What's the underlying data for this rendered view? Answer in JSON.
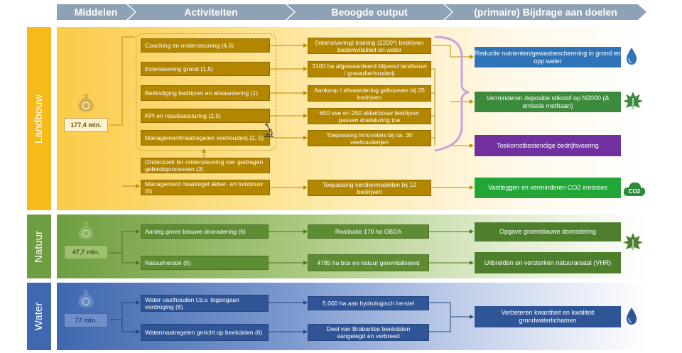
{
  "headers": [
    "Middelen",
    "Activiteiten",
    "Beoogde output",
    "(primaire) Bijdrage aan doelen"
  ],
  "sections": {
    "landbouw": {
      "label": "Landbouw",
      "budget": "177,4 mln.",
      "activities": [
        "Coaching en ondersteuning (4,6)",
        "Extensivering grond (1,5)",
        "Beëindiging bedrijven en afwaardering (1)",
        "KPI en resultaatsturing (2,5)",
        "Managementmaatregelen veehouderij (2, 5)",
        "Onderzoek ter ondersteuning van gedragen gebiedsprocessen (3)",
        "Management maatregel akker- en tuinbouw (5)"
      ],
      "outputs": [
        "(Intensivering) training (2200*) bedrijven bodemvitaliteit en water",
        "3100 ha afgewaardeerd blijvend landbouw / graasdierhouderij",
        "Aankoop / afwaardering gebouwen bij 25 bedrijven",
        "650 vee en 250 akkerbouw bedrijven passen doelsturing toe",
        "Toepassing innovaties bij ca. 30 veehouderijen",
        "Toepassing verdienmodellen bij 12 bedrijven"
      ],
      "goals": [
        "Reductie nutrienten/gewasbescherming in grond en opp.water",
        "Verminderen depositie stikstof op N2000 (& emissie methaan)",
        "Toekomstbestendige bedrijfsvoering",
        "Vastleggen en verminderen CO2 emissies"
      ],
      "co2_label": "CO2"
    },
    "natuur": {
      "label": "Natuur",
      "budget": "47,7 mln.",
      "activities": [
        "Aanleg groen blauwe dooradering (6)",
        "Natuurherstel (6)"
      ],
      "outputs": [
        "Realisatie 170 ha GBDA",
        "4785 ha bos en natuur gerevitaliseerd"
      ],
      "goals": [
        "Opgave groenblauwe dooradering",
        "Uitbreiden en versterken natuurareaal (VHR)"
      ]
    },
    "water": {
      "label": "Water",
      "budget": "77 mln.",
      "activities": [
        "Water vasthouden t.b.v. tegengaan verdroging (6)",
        "Watermaatregelen gericht op beekdalen (6)"
      ],
      "outputs": [
        "5.000 ha aan hydrologisch herstel",
        "Deel van Brabantse beekdalen aangelegd en verbreed"
      ],
      "goals": [
        "Verbeteren kwantiteit en kwaliteit grondwaterlichamen"
      ]
    },
    "colors": {
      "landbouw": "#f6bb1a",
      "natuur": "#6f9d41",
      "water": "#3f68ae",
      "goal_blue": "#2f74b8",
      "goal_green": "#3c8b3c",
      "goal_purple": "#7030a0",
      "goal_bright": "#21a637"
    }
  }
}
